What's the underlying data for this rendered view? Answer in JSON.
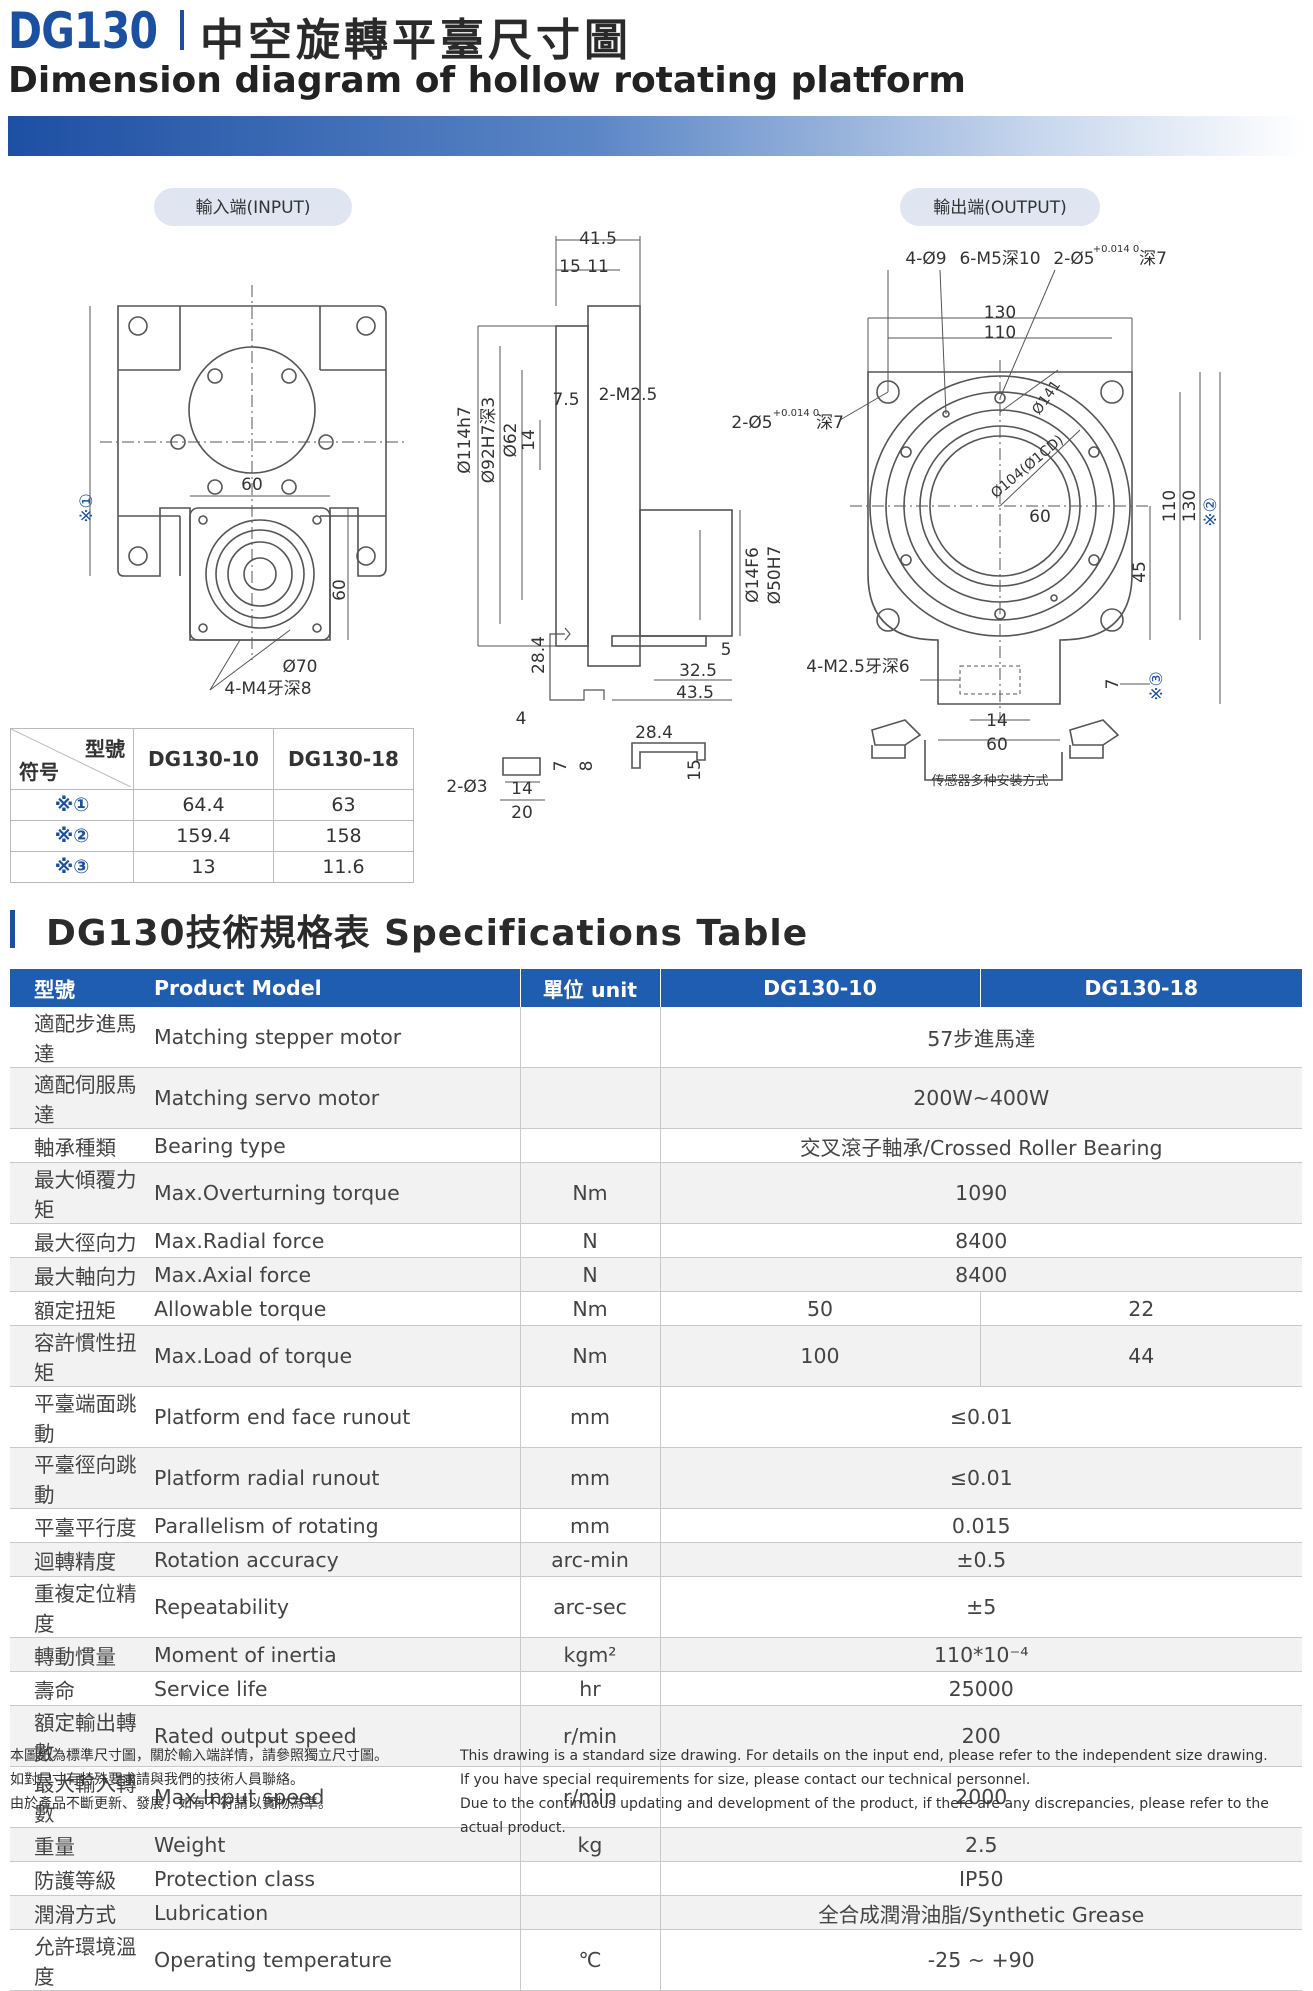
{
  "header": {
    "model": "DG130",
    "title_cn": "中空旋轉平臺尺寸圖",
    "title_en": "Dimension diagram of hollow rotating platform"
  },
  "drawing": {
    "input_label": "輸入端(INPUT)",
    "output_label": "輸出端(OUTPUT)",
    "dims": {
      "d60_top": "60",
      "d60_side": "60",
      "d70": "Ø70",
      "m4": "4-M4牙深8",
      "mark1": "※①",
      "d41_5": "41.5",
      "d15": "15",
      "d11": "11",
      "d7_5": "7.5",
      "m2_5": "2-M2.5",
      "d114": "Ø114h7",
      "d92": "Ø92H7深3",
      "d62": "Ø62",
      "d14": "14",
      "d14f6": "Ø14F6",
      "d50h7": "Ø50H7",
      "d5": "5",
      "d32_5": "32.5",
      "d43_5": "43.5",
      "d28_4a": "28.4",
      "b4": "4",
      "b2d3": "2-Ø3",
      "b14": "14",
      "b20": "20",
      "b7": "7",
      "b8": "8",
      "b28_4": "28.4",
      "b15": "15",
      "o_4d9": "4-Ø9",
      "o_m5": "6-M5深10",
      "o_2d5": "2-Ø5",
      "o_tol": "+0.014 0",
      "o_deep7": "深7",
      "o_130": "130",
      "o_110": "110",
      "o_2d5b": "2-Ø5",
      "o_tolb": "+0.014 0",
      "o_deep7b": "深7",
      "o_d141": "Ø141",
      "o_d104": "Ø104(Ø1CD)",
      "o_60": "60",
      "o_45": "45",
      "o_110v": "110",
      "o_130v": "130",
      "o_mark2": "※②",
      "o_m2_5": "4-M2.5牙深6",
      "o_7": "7",
      "o_mark3": "※③",
      "o_14": "14",
      "o_60b": "60",
      "sensor_note": "传感器多种安装方式"
    }
  },
  "symbol_table": {
    "h_model": "型號",
    "h_symbol": "符号",
    "col1": "DG130-10",
    "col2": "DG130-18",
    "rows": [
      {
        "mark": "※①",
        "v1": "64.4",
        "v2": "63"
      },
      {
        "mark": "※②",
        "v1": "159.4",
        "v2": "158"
      },
      {
        "mark": "※③",
        "v1": "13",
        "v2": "11.6"
      }
    ]
  },
  "spec_title": "DG130技術規格表 Specifications Table",
  "spec_table": {
    "headers": {
      "cn": "型號",
      "en": "Product Model",
      "unit": "單位  unit",
      "m1": "DG130-10",
      "m2": "DG130-18"
    },
    "rows": [
      {
        "cn": "適配步進馬達",
        "en": "Matching stepper motor",
        "unit": "",
        "value": "57步進馬達"
      },
      {
        "cn": "適配伺服馬達",
        "en": "Matching servo motor",
        "unit": "",
        "value": "200W~400W"
      },
      {
        "cn": "軸承種類",
        "en": "Bearing type",
        "unit": "",
        "value": "交叉滾子軸承/Crossed Roller Bearing"
      },
      {
        "cn": "最大傾覆力矩",
        "en": "Max.Overturning torque",
        "unit": "Nm",
        "value": "1090"
      },
      {
        "cn": "最大徑向力",
        "en": "Max.Radial force",
        "unit": "N",
        "value": "8400"
      },
      {
        "cn": "最大軸向力",
        "en": "Max.Axial force",
        "unit": "N",
        "value": "8400"
      },
      {
        "cn": "額定扭矩",
        "en": "Allowable torque",
        "unit": "Nm",
        "v1": "50",
        "v2": "22"
      },
      {
        "cn": "容許慣性扭矩",
        "en": "Max.Load of torque",
        "unit": "Nm",
        "v1": "100",
        "v2": "44"
      },
      {
        "cn": "平臺端面跳動",
        "en": "Platform end face runout",
        "unit": "mm",
        "value": "≤0.01"
      },
      {
        "cn": "平臺徑向跳動",
        "en": "Platform radial runout",
        "unit": "mm",
        "value": "≤0.01"
      },
      {
        "cn": "平臺平行度",
        "en": "Parallelism of rotating",
        "unit": "mm",
        "value": "0.015"
      },
      {
        "cn": "迴轉精度",
        "en": "Rotation accuracy",
        "unit": "arc-min",
        "value": "±0.5"
      },
      {
        "cn": "重複定位精度",
        "en": "Repeatability",
        "unit": "arc-sec",
        "value": "±5"
      },
      {
        "cn": "轉動慣量",
        "en": "Moment of inertia",
        "unit": "kgm²",
        "value": "110*10⁻⁴"
      },
      {
        "cn": "壽命",
        "en": "Service life",
        "unit": "hr",
        "value": "25000"
      },
      {
        "cn": "額定輸出轉數",
        "en": "Rated output speed",
        "unit": "r/min",
        "value": "200"
      },
      {
        "cn": "最大輸入轉數",
        "en": "Max.Input speed",
        "unit": "r/min",
        "value": "2000"
      },
      {
        "cn": "重量",
        "en": "Weight",
        "unit": "kg",
        "value": "2.5"
      },
      {
        "cn": "防護等級",
        "en": "Protection class",
        "unit": "",
        "value": "IP50"
      },
      {
        "cn": "潤滑方式",
        "en": "Lubrication",
        "unit": "",
        "value": "全合成潤滑油脂/Synthetic Grease"
      },
      {
        "cn": "允許環境溫度",
        "en": "Operating temperature",
        "unit": "℃",
        "value": "-25 ~ +90"
      }
    ]
  },
  "footer": {
    "cn": [
      "本圖紙為標準尺寸圖，關於輸入端詳情，請參照獨立尺寸圖。",
      "如對尺寸有特殊要求請與我們的技術人員聯絡。",
      "由於產品不斷更新、發展，如有不符請以實物為準。"
    ],
    "en": [
      "This drawing is a standard size drawing. For details on the input end, please refer to the independent size drawing.",
      "If you have special requirements for size, please contact our technical personnel.",
      "Due to the continuous updating and development of the product, if there are any discrepancies, please refer to the actual product."
    ]
  },
  "colors": {
    "brand": "#1b4fa0",
    "header_row": "#1f5db0"
  }
}
